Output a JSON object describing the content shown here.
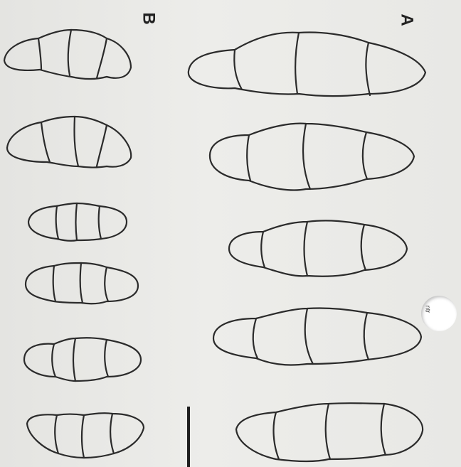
{
  "figure": {
    "panel_a_label": "A",
    "panel_b_label": "B",
    "hole_fragment_text": "ntr"
  },
  "colors": {
    "paper": "#e9e9e6",
    "ink": "#2b2b2b"
  }
}
